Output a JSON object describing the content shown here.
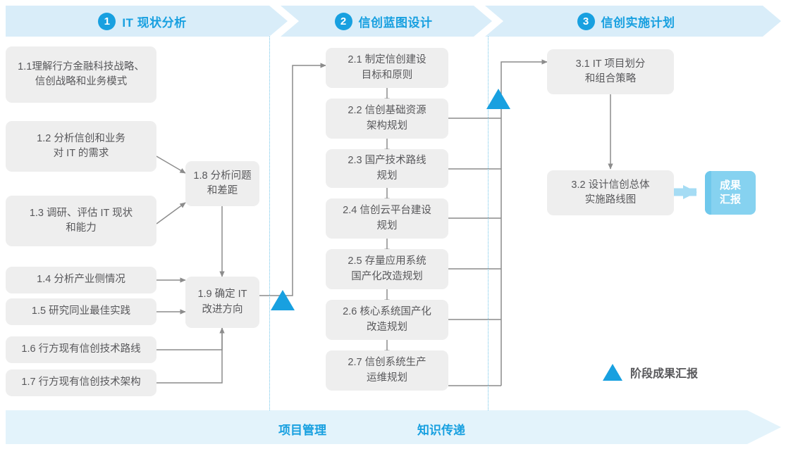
{
  "phases": [
    {
      "num": "1",
      "label": "IT 现状分析"
    },
    {
      "num": "2",
      "label": "信创蓝图设计"
    },
    {
      "num": "3",
      "label": "信创实施计划"
    }
  ],
  "boxes": [
    {
      "id": "1.1",
      "text": "1.1理解行方金融科技战略、\n信创战略和业务模式"
    },
    {
      "id": "1.2",
      "text": "1.2 分析信创和业务\n对 IT 的需求"
    },
    {
      "id": "1.3",
      "text": "1.3 调研、评估 IT 现状\n和能力"
    },
    {
      "id": "1.4",
      "text": "1.4 分析产业侧情况"
    },
    {
      "id": "1.5",
      "text": "1.5 研究同业最佳实践"
    },
    {
      "id": "1.6",
      "text": "1.6 行方现有信创技术路线"
    },
    {
      "id": "1.7",
      "text": "1.7 行方现有信创技术架构"
    },
    {
      "id": "1.8",
      "text": "1.8 分析问题\n和差距"
    },
    {
      "id": "1.9",
      "text": "1.9 确定 IT\n改进方向"
    },
    {
      "id": "2.1",
      "text": "2.1 制定信创建设\n目标和原则"
    },
    {
      "id": "2.2",
      "text": "2.2 信创基础资源\n架构规划"
    },
    {
      "id": "2.3",
      "text": "2.3 国产技术路线\n规划"
    },
    {
      "id": "2.4",
      "text": "2.4 信创云平台建设\n规划"
    },
    {
      "id": "2.5",
      "text": "2.5 存量应用系统\n国产化改造规划"
    },
    {
      "id": "2.6",
      "text": "2.6 核心系统国产化\n改造规划"
    },
    {
      "id": "2.7",
      "text": "2.7 信创系统生产\n运维规划"
    },
    {
      "id": "3.1",
      "text": "3.1 IT 项目划分\n和组合策略"
    },
    {
      "id": "3.2",
      "text": "3.2 设计信创总体\n实施路线图"
    }
  ],
  "result_chip": {
    "text": "成果\n汇报"
  },
  "legend": {
    "label": "阶段成果汇报"
  },
  "bottom": {
    "labels": [
      "项目管理",
      "知识传递"
    ]
  },
  "colors": {
    "accent_blue": "#18a0e0",
    "header_band": "#d9edf9",
    "bottom_band": "#e3f3fb",
    "box_fill": "#eeeeee",
    "box_text": "#58585b",
    "chip_fill": "#86d2f0",
    "connector": "#8c8c8c",
    "divider": "#6fc4e8"
  }
}
